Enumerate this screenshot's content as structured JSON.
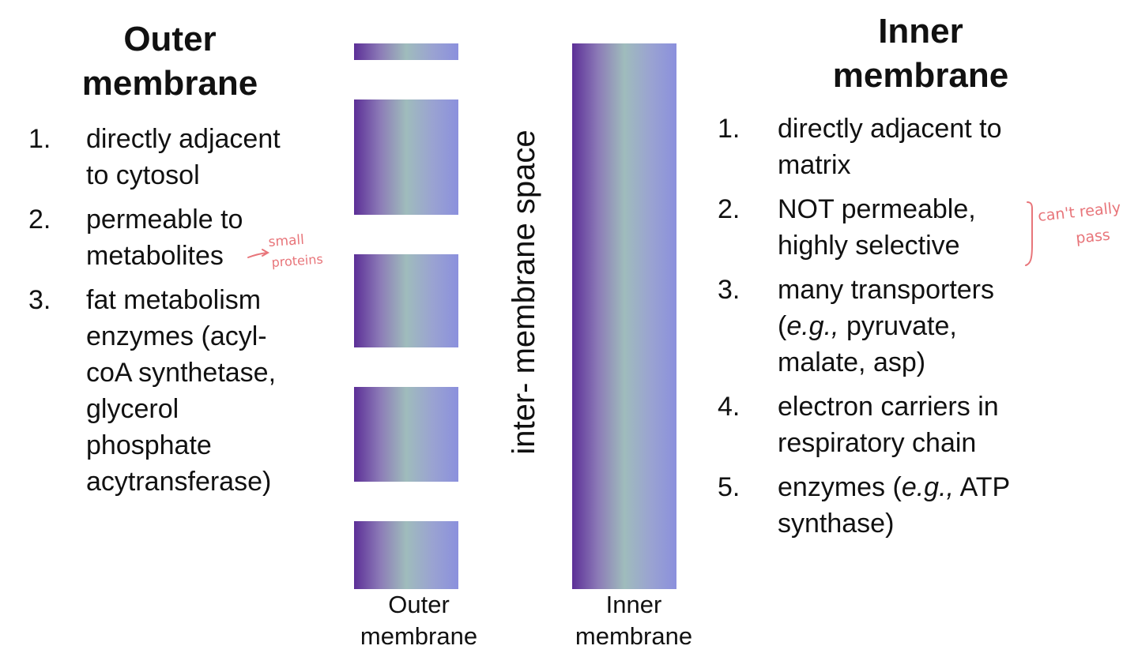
{
  "outer": {
    "title_line1": "Outer",
    "title_line2": "membrane",
    "items": [
      {
        "num": "1.",
        "lines": [
          "directly adjacent",
          "to cytosol"
        ]
      },
      {
        "num": "2.",
        "lines": [
          "permeable to",
          "metabolites"
        ]
      },
      {
        "num": "3.",
        "lines": [
          "fat metabolism",
          "enzymes (acyl-",
          "coA synthetase,",
          "glycerol",
          "phosphate",
          "acytransferase)"
        ]
      }
    ],
    "strip_label_line1": "Outer",
    "strip_label_line2": "membrane"
  },
  "inner": {
    "title_line1": "Inner",
    "title_line2": "membrane",
    "items": [
      {
        "num": "1.",
        "lines": [
          "directly adjacent to",
          "matrix"
        ]
      },
      {
        "num": "2.",
        "lines": [
          "NOT permeable,",
          "highly selective"
        ]
      },
      {
        "num": "3.",
        "lines": [
          "many transporters",
          "(e.g., pyruvate,",
          "malate, asp)"
        ]
      },
      {
        "num": "4.",
        "lines": [
          "electron carriers in",
          "respiratory chain"
        ]
      },
      {
        "num": "5.",
        "lines": [
          "enzymes (e.g., ATP",
          "synthase)"
        ]
      }
    ],
    "strip_label_line1": "Inner",
    "strip_label_line2": "membrane"
  },
  "intermembrane_label": "inter- membrane space",
  "annotations": {
    "small_proteins": "small proteins",
    "cant_really_pass": "can't really pass"
  },
  "colors": {
    "gradient": [
      "#5c2f97",
      "#8c7bb7",
      "#9fbcbc",
      "#9aa3d1",
      "#8b90dd"
    ],
    "handwriting": "#e8757a"
  }
}
